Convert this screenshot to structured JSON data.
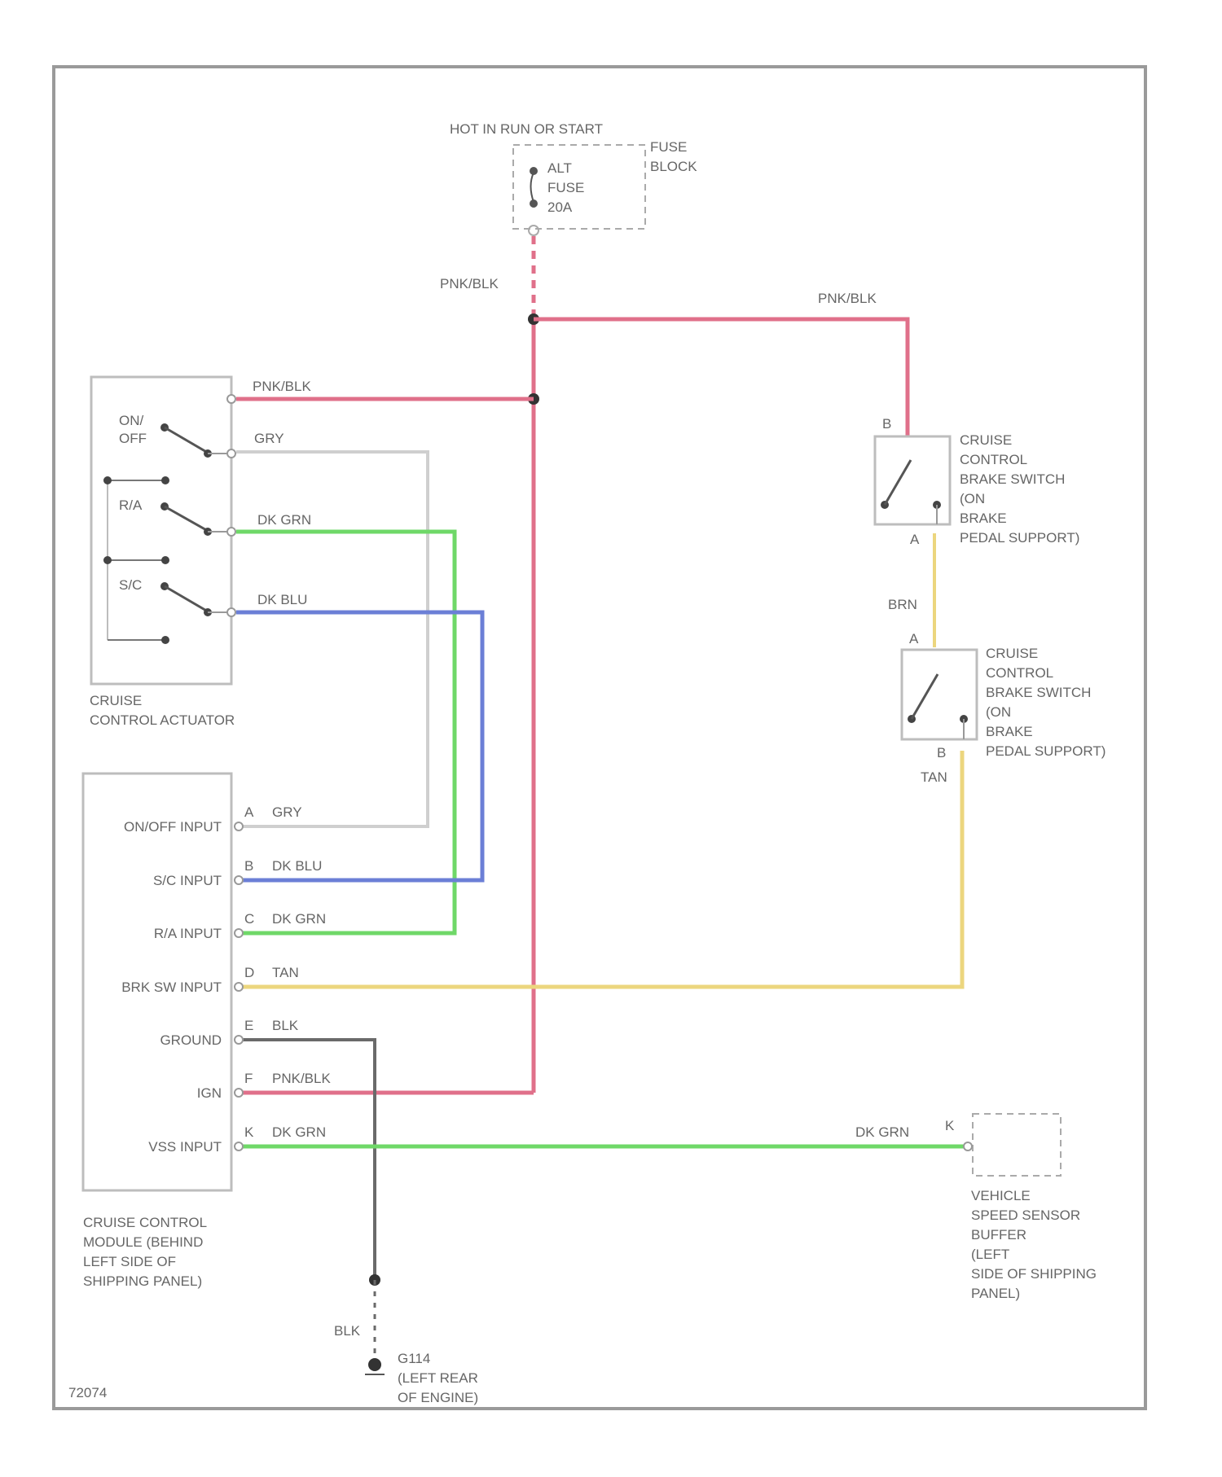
{
  "colors": {
    "pnk_blk": "#e0708a",
    "gry": "#cfcfcf",
    "dk_grn": "#6fd868",
    "dk_blu": "#6b7fd6",
    "tan": "#ecd67e",
    "blk": "#6a6a6a",
    "frame": "#9a9a9a",
    "box": "#bdbdbd",
    "text": "#666666"
  },
  "fuse": {
    "hot_label": "HOT IN RUN OR START",
    "block_label_1": "FUSE",
    "block_label_2": "BLOCK",
    "fuse_line_1": "ALT",
    "fuse_line_2": "FUSE",
    "fuse_line_3": "20A"
  },
  "wires": {
    "pnk_blk": "PNK/BLK",
    "gry": "GRY",
    "dk_grn": "DK GRN",
    "dk_blu": "DK BLU",
    "tan": "TAN",
    "blk": "BLK",
    "brn": "BRN"
  },
  "actuator": {
    "switch_on_off_1": "ON/",
    "switch_on_off_2": "OFF",
    "switch_rs": "R/A",
    "switch_sc": "S/C",
    "caption_1": "CRUISE",
    "caption_2": "CONTROL ACTUATOR"
  },
  "module": {
    "inputs": [
      {
        "pin": "A",
        "label": "ON/OFF INPUT",
        "wire": "GRY"
      },
      {
        "pin": "B",
        "label": "S/C INPUT",
        "wire": "DK BLU"
      },
      {
        "pin": "C",
        "label": "R/A INPUT",
        "wire": "DK GRN"
      },
      {
        "pin": "D",
        "label": "BRK SW INPUT",
        "wire": "TAN"
      },
      {
        "pin": "E",
        "label": "GROUND",
        "wire": "BLK"
      },
      {
        "pin": "F",
        "label": "IGN",
        "wire": "PNK/BLK"
      },
      {
        "pin": "K",
        "label": "VSS INPUT",
        "wire": "DK GRN"
      }
    ],
    "caption": [
      "CRUISE CONTROL",
      "MODULE (BEHIND",
      "LEFT SIDE OF",
      "SHIPPING PANEL)"
    ]
  },
  "brake_switch_1": {
    "pin_top": "B",
    "pin_bottom": "A",
    "caption": [
      "CRUISE",
      "CONTROL",
      "BRAKE SWITCH",
      "(ON",
      "BRAKE",
      "PEDAL SUPPORT)"
    ]
  },
  "brake_switch_2": {
    "pin_top": "A",
    "pin_bottom": "B",
    "caption": [
      "CRUISE",
      "CONTROL",
      "BRAKE SWITCH",
      "(ON",
      "BRAKE",
      "PEDAL SUPPORT)"
    ]
  },
  "vss": {
    "pin": "K",
    "caption": [
      "VEHICLE",
      "SPEED SENSOR",
      "BUFFER",
      "(LEFT",
      "SIDE OF SHIPPING",
      "PANEL)"
    ]
  },
  "ground": {
    "id": "G114",
    "location_1": "(LEFT REAR",
    "location_2": "OF ENGINE)"
  },
  "figure_id": "72074"
}
